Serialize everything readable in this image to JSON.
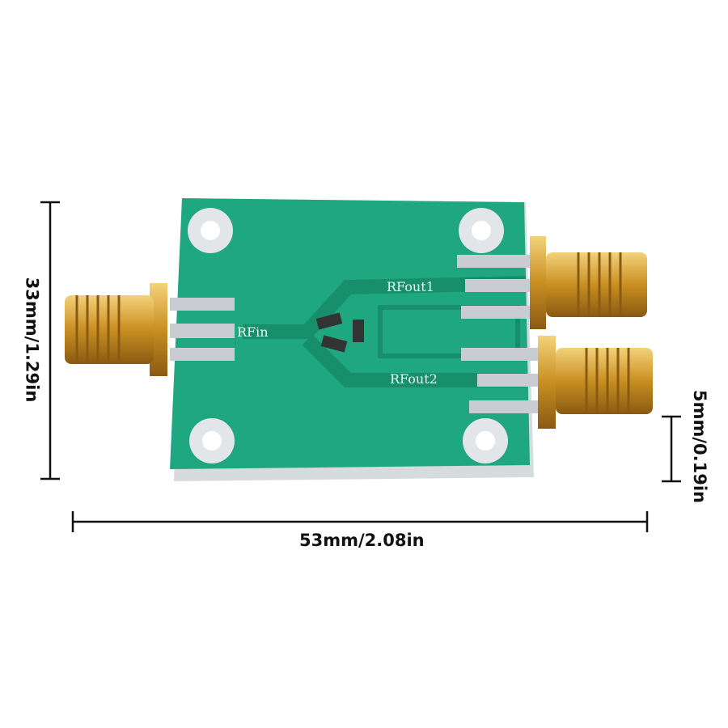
{
  "dimensions": {
    "height_label": "33mm/1.29in",
    "width_label": "53mm/2.08in",
    "thickness_label": "5mm/0.19in"
  },
  "pcb": {
    "input_label": "RFin",
    "output1_label": "RFout1",
    "output2_label": "RFout2"
  },
  "colors": {
    "pcb": "#1fa77f",
    "trace": "#178f6a",
    "connector": "#d9a53a",
    "pad": "#c9ccd0"
  }
}
